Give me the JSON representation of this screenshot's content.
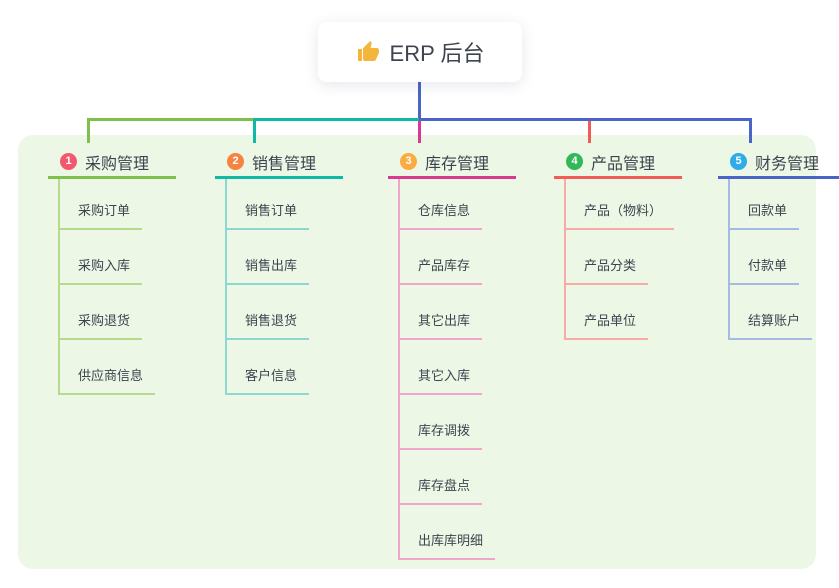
{
  "root": {
    "label": "ERP 后台",
    "icon": "thumbs-up-icon",
    "icon_color": "#f2b63c"
  },
  "colors": {
    "page_bg": "#ffffff",
    "panel_bg": "#edf7e6",
    "text": "#3d444f",
    "trunk": "#4a64c8"
  },
  "branches": [
    {
      "index": "1",
      "title": "采购管理",
      "badge_color": "#f4586e",
      "line_color": "#7ebf4e",
      "light_color": "#b3db8b",
      "children": [
        "采购订单",
        "采购入库",
        "采购退货",
        "供应商信息"
      ]
    },
    {
      "index": "2",
      "title": "销售管理",
      "badge_color": "#f6833f",
      "line_color": "#10b8a6",
      "light_color": "#8cd7cf",
      "children": [
        "销售订单",
        "销售出库",
        "销售退货",
        "客户信息"
      ]
    },
    {
      "index": "3",
      "title": "库存管理",
      "badge_color": "#fbab40",
      "line_color": "#d83a92",
      "light_color": "#f0a5ca",
      "children": [
        "仓库信息",
        "产品库存",
        "其它出库",
        "其它入库",
        "库存调拨",
        "库存盘点",
        "出库库明细"
      ]
    },
    {
      "index": "4",
      "title": "产品管理",
      "badge_color": "#33b857",
      "line_color": "#f15b58",
      "light_color": "#f8aba6",
      "children": [
        "产品（物料）",
        "产品分类",
        "产品单位"
      ]
    },
    {
      "index": "5",
      "title": "财务管理",
      "badge_color": "#2fabe8",
      "line_color": "#4a64c8",
      "light_color": "#a3bae5",
      "children": [
        "回款单",
        "付款单",
        "结算账户"
      ]
    }
  ]
}
